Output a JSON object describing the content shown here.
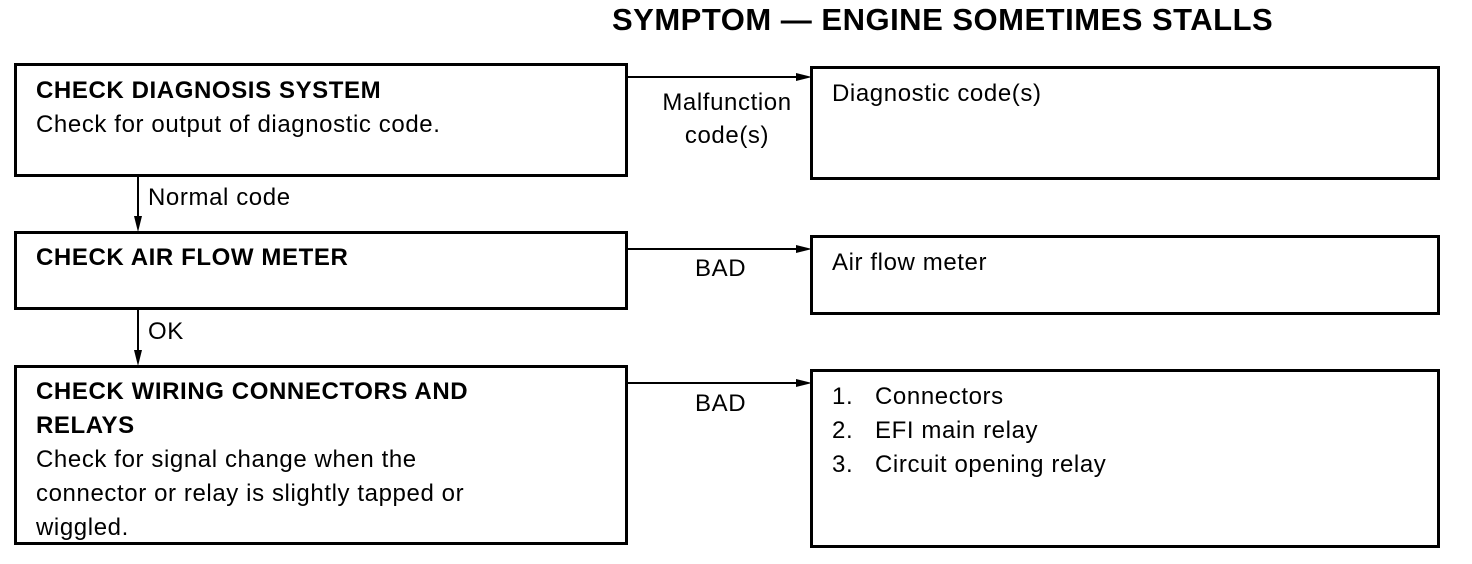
{
  "title": "SYMPTOM — ENGINE SOMETIMES STALLS",
  "checks": [
    {
      "heading": "CHECK DIAGNOSIS SYSTEM",
      "body": "Check for output of diagnostic code."
    },
    {
      "heading": "CHECK AIR FLOW METER",
      "body": ""
    },
    {
      "heading_line1": "CHECK WIRING CONNECTORS AND",
      "heading_line2": "RELAYS",
      "body_line1": "Check for signal change when the",
      "body_line2": "connector or relay is slightly tapped or",
      "body_line3": "wiggled."
    }
  ],
  "results": [
    {
      "text": "Diagnostic code(s)"
    },
    {
      "text": "Air flow meter"
    },
    {
      "items": [
        {
          "num": "1.",
          "text": "Connectors"
        },
        {
          "num": "2.",
          "text": "EFI main relay"
        },
        {
          "num": "3.",
          "text": "Circuit opening relay"
        }
      ]
    }
  ],
  "branch_labels": {
    "malfunction_line1": "Malfunction",
    "malfunction_line2": "code(s)",
    "bad_1": "BAD",
    "bad_2": "BAD"
  },
  "flow_labels": {
    "normal_code": "Normal code",
    "ok": "OK"
  }
}
